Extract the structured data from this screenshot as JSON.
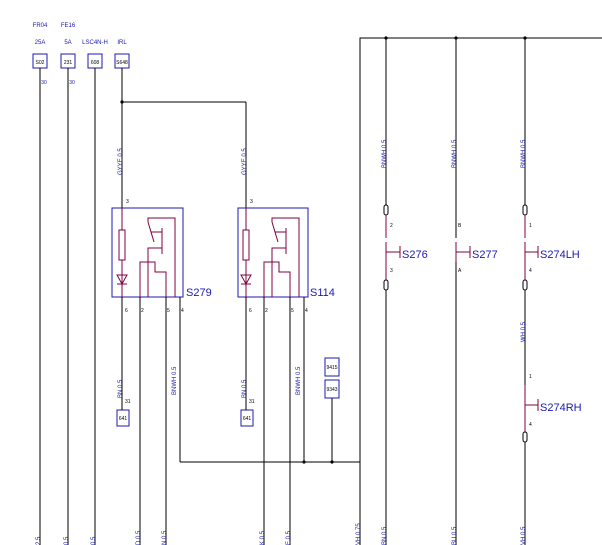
{
  "colors": {
    "wire": "#000000",
    "label": "#1a1ab0",
    "symbol": "#800040"
  },
  "sources": [
    {
      "name": "FR04",
      "rating": "25A",
      "connector": "S02",
      "pin": "30"
    },
    {
      "name": "FE16",
      "rating": "5A",
      "connector": "231",
      "pin": "30"
    },
    {
      "name": "LSC4N-H",
      "rating": "",
      "connector": "608",
      "pin": ""
    },
    {
      "name": "IRL",
      "rating": "",
      "connector": "S648",
      "pin": ""
    }
  ],
  "relays": [
    {
      "name": "S279",
      "coil_in_pin": "3",
      "pins": [
        "6",
        "2",
        "5",
        "4"
      ],
      "wire_in": "GYYE 0.5",
      "ground_wire": "BN 0.5",
      "ground_pin": "31",
      "ground_id": "641",
      "out_wire": "BNWH 0.5"
    },
    {
      "name": "S114",
      "coil_in_pin": "3",
      "pins": [
        "6",
        "2",
        "5",
        "4"
      ],
      "wire_in": "GYYE 0.5",
      "ground_wire": "BN 0.5",
      "ground_pin": "31",
      "ground_id": "641",
      "out_wire": "BNWH 0.5"
    }
  ],
  "junction": {
    "top": "9415",
    "bottom": "9343"
  },
  "switches": [
    {
      "name": "S276",
      "wire": "BNWH 0.5",
      "pin_top": "2",
      "pin_bottom": "3"
    },
    {
      "name": "S277",
      "wire": "BNWH 0.5",
      "pin_top": "B",
      "pin_bottom": "A"
    },
    {
      "name": "S274LH",
      "wire": "BNWH 0.5",
      "pin_top": "1",
      "pin_bottom": "4"
    },
    {
      "name": "S274RH",
      "wire": "WH 0.5",
      "pin_top": "1",
      "pin_bottom": "4"
    }
  ],
  "bottom_labels": [
    "2.5",
    "0.5",
    "0.5",
    "D 0.5",
    "N 0.5",
    "K 0.5",
    "E 0.5",
    "VH 0.75",
    "BN 0.5",
    "BU 0.5",
    "VH 0.5"
  ]
}
